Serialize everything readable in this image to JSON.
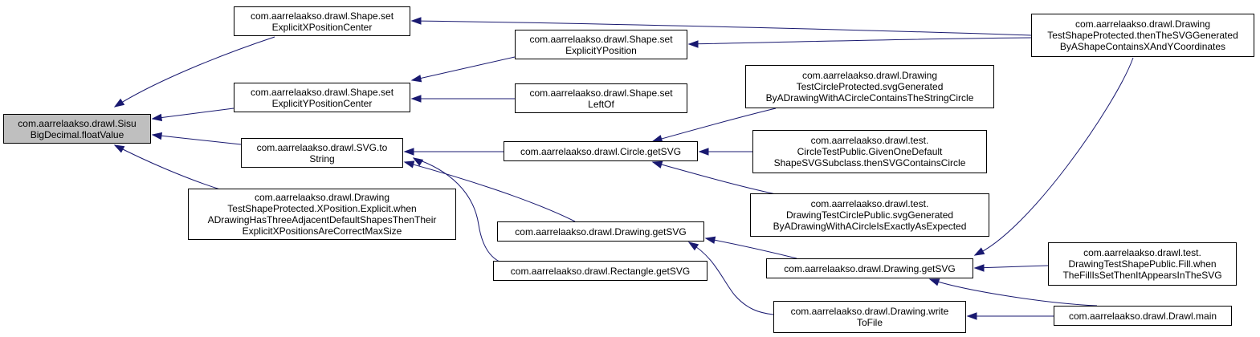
{
  "colors": {
    "edge": "#191970",
    "root_fill": "#bfbfbf",
    "node_fill": "#ffffff"
  },
  "nodes": [
    {
      "id": "n0",
      "lines": [
        "com.aarrelaakso.drawl.Sisu",
        "BigDecimal.floatValue"
      ]
    },
    {
      "id": "n1",
      "lines": [
        "com.aarrelaakso.drawl.Shape.set",
        "ExplicitXPositionCenter"
      ]
    },
    {
      "id": "n2",
      "lines": [
        "com.aarrelaakso.drawl.Shape.set",
        "ExplicitYPositionCenter"
      ]
    },
    {
      "id": "n3",
      "lines": [
        "com.aarrelaakso.drawl.SVG.to",
        "String"
      ]
    },
    {
      "id": "n4",
      "lines": [
        "com.aarrelaakso.drawl.Drawing",
        "TestShapeProtected.XPosition.Explicit.when",
        "ADrawingHasThreeAdjacentDefaultShapesThenTheir",
        "ExplicitXPositionsAreCorrectMaxSize"
      ]
    },
    {
      "id": "n5",
      "lines": [
        "com.aarrelaakso.drawl.Shape.set",
        "ExplicitYPosition"
      ]
    },
    {
      "id": "n6",
      "lines": [
        "com.aarrelaakso.drawl.Shape.set",
        "LeftOf"
      ]
    },
    {
      "id": "n7",
      "lines": [
        "com.aarrelaakso.drawl.Circle.getSVG"
      ]
    },
    {
      "id": "n8",
      "lines": [
        "com.aarrelaakso.drawl.Drawing.getSVG"
      ]
    },
    {
      "id": "n9",
      "lines": [
        "com.aarrelaakso.drawl.Rectangle.getSVG"
      ]
    },
    {
      "id": "n10",
      "lines": [
        "com.aarrelaakso.drawl.Drawing",
        "TestCircleProtected.svgGenerated",
        "ByADrawingWithACircleContainsTheStringCircle"
      ]
    },
    {
      "id": "n11",
      "lines": [
        "com.aarrelaakso.drawl.test.",
        "CircleTestPublic.GivenOneDefault",
        "ShapeSVGSubclass.thenSVGContainsCircle"
      ]
    },
    {
      "id": "n12",
      "lines": [
        "com.aarrelaakso.drawl.test.",
        "DrawingTestCirclePublic.svgGenerated",
        "ByADrawingWithACircleIsExactlyAsExpected"
      ]
    },
    {
      "id": "n13",
      "lines": [
        "com.aarrelaakso.drawl.Drawing.getSVG"
      ]
    },
    {
      "id": "n14",
      "lines": [
        "com.aarrelaakso.drawl.Drawing.write",
        "ToFile"
      ]
    },
    {
      "id": "n15",
      "lines": [
        "com.aarrelaakso.drawl.Drawing",
        "TestShapeProtected.thenTheSVGGenerated",
        "ByAShapeContainsXAndYCoordinates"
      ]
    },
    {
      "id": "n16",
      "lines": [
        "com.aarrelaakso.drawl.test.",
        "DrawingTestShapePublic.Fill.when",
        "TheFillIsSetThenItAppearsInTheSVG"
      ]
    },
    {
      "id": "n17",
      "lines": [
        "com.aarrelaakso.drawl.Drawl.main"
      ]
    }
  ]
}
